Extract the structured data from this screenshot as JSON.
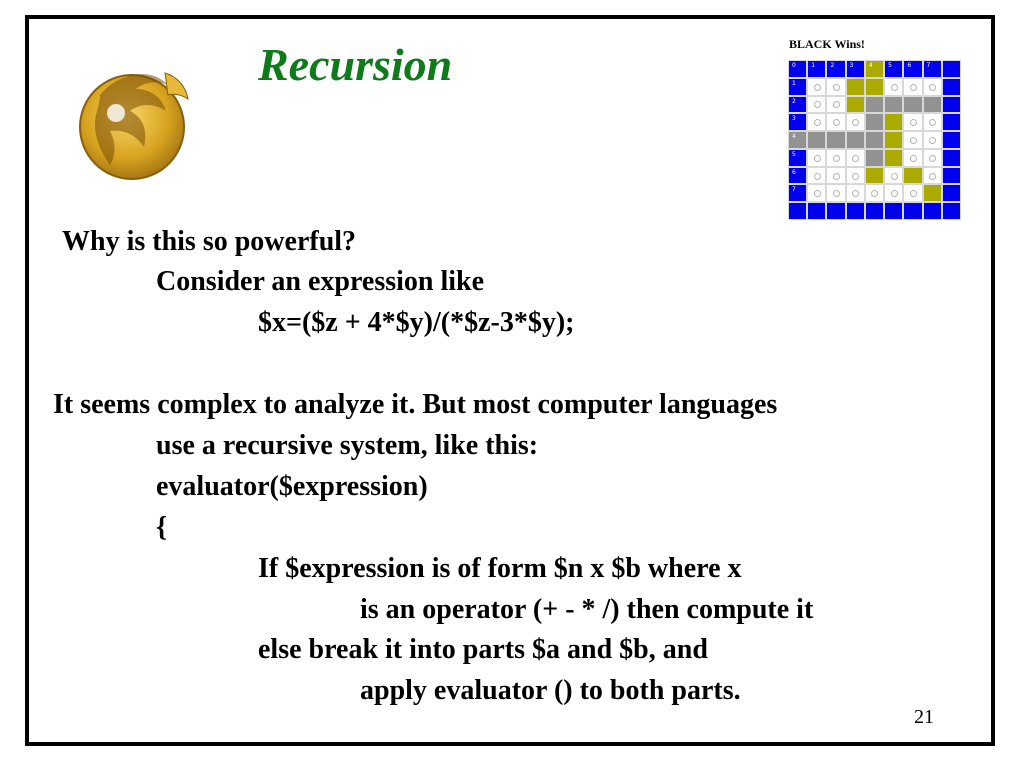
{
  "slide": {
    "title": "Recursion",
    "page_number": "21"
  },
  "board": {
    "caption": "BLACK Wins!",
    "header_numbers": [
      "0",
      "1",
      "2",
      "3",
      "4",
      "5",
      "6",
      "7"
    ],
    "row_numbers": [
      "1",
      "2",
      "3",
      "4",
      "5",
      "6",
      "7"
    ],
    "colors": {
      "border": "#0000ee",
      "empty": "#ffffff",
      "gray": "#929292",
      "olive": "#aaaa00"
    }
  },
  "body": {
    "line1": "Why is this so powerful?",
    "line2": "Consider an expression like",
    "line3": "$x=($z + 4*$y)/(*$z-3*$y);",
    "line4": "It seems complex to analyze it. But most computer languages",
    "line5": "use a recursive system, like this:",
    "line6": "evaluator($expression)",
    "line7": "{",
    "line8": "If $expression is of form $n x $b where x",
    "line9": "is an operator (+ - * /) then compute it",
    "line10": "else break it into parts $a and $b, and",
    "line11": "apply evaluator () to both parts."
  }
}
